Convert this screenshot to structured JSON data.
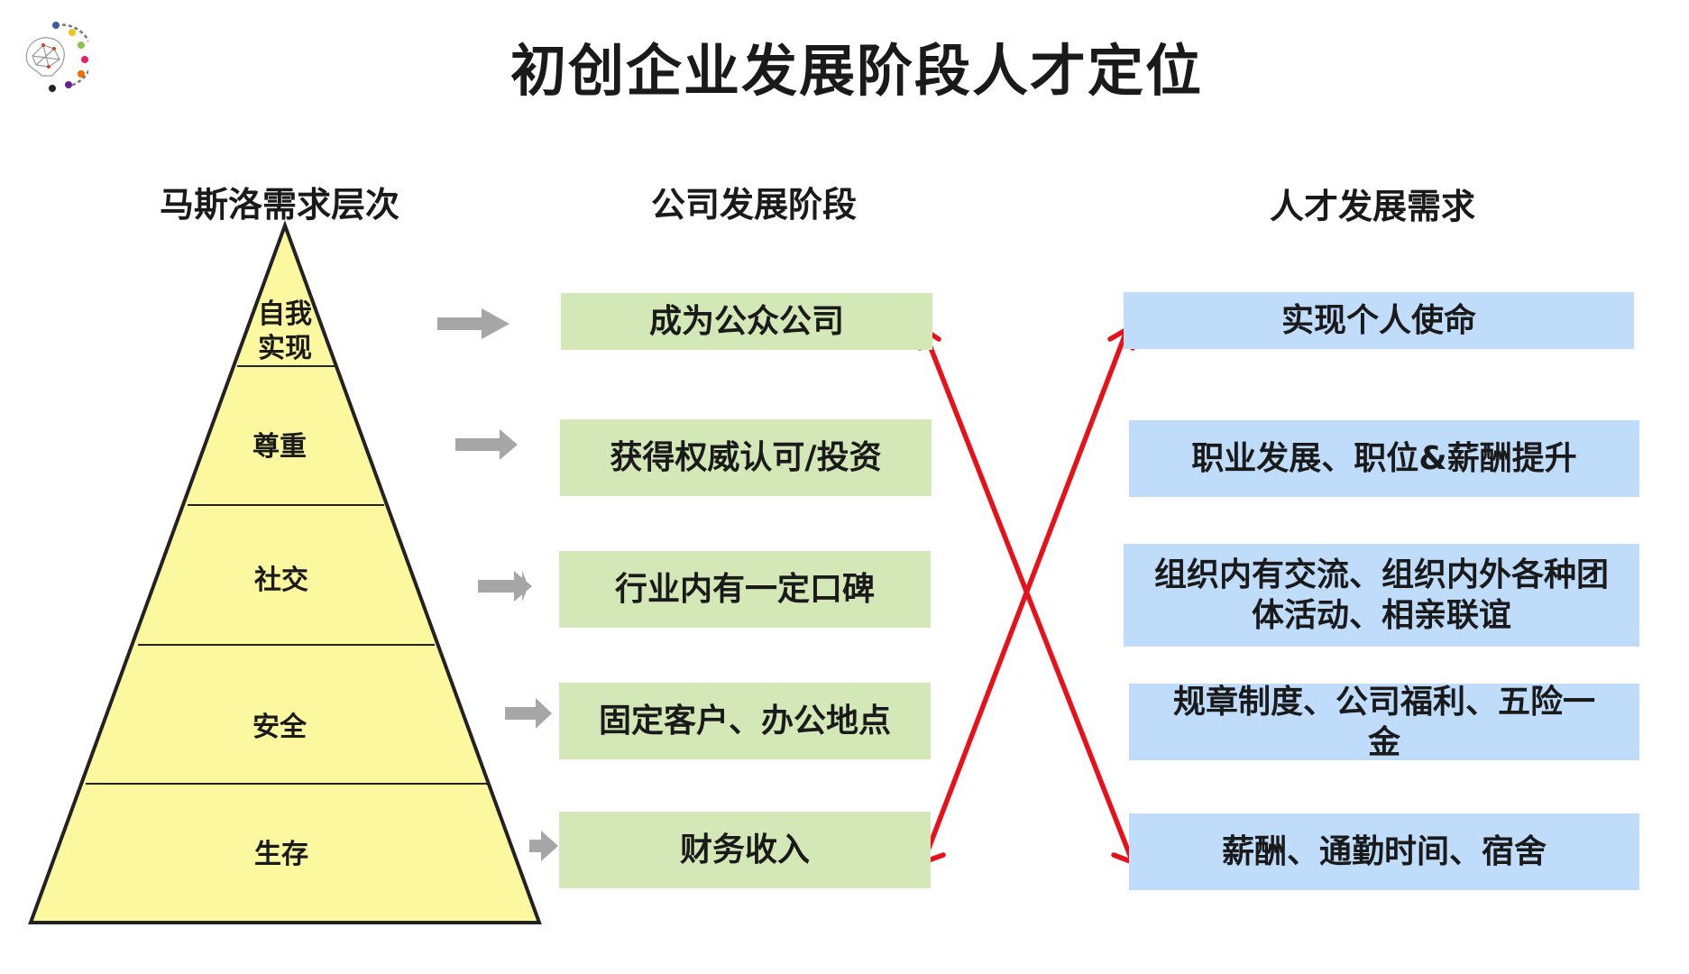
{
  "title": "初创企业发展阶段人才定位",
  "columns": {
    "maslow": "马斯洛需求层次",
    "company": "公司发展阶段",
    "talent": "人才发展需求"
  },
  "pyramid": {
    "levels": [
      "自我\n实现",
      "尊重",
      "社交",
      "安全",
      "生存"
    ]
  },
  "company_stages": [
    "成为公众公司",
    "获得权威认可/投资",
    "行业内有一定口碑",
    "固定客户、办公地点",
    "财务收入"
  ],
  "talent_needs": [
    "实现个人使命",
    "职业发展、职位&薪酬提升",
    "组织内有交流、组织内外各种团\n体活动、相亲联谊",
    "规章制度、公司福利、五险一\n金",
    "薪酬、通勤时间、宿舍"
  ],
  "colors": {
    "pyramid_fill": "#fbf8a0",
    "green_box": "#d3e8b6",
    "blue_box": "#bfdcfb",
    "arrow_gray": "#a6a6a6",
    "cross_red": "#e8111a"
  }
}
